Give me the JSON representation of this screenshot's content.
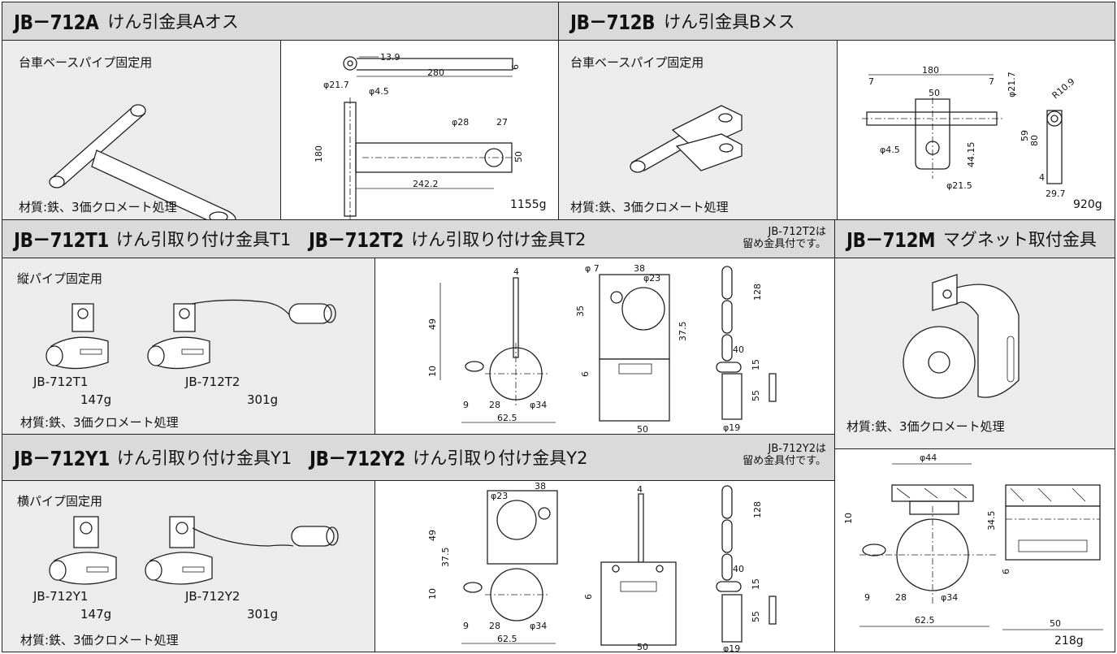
{
  "jb712a": {
    "code": "JB－712A",
    "name": "けん引金具Aオス",
    "usage": "台車ベースパイプ固定用",
    "material": "材質:鉄、3価クロメート処理",
    "weight": "1155g",
    "dims": [
      "13.9",
      "280",
      "6",
      "φ21.7",
      "φ4.5",
      "φ28",
      "27",
      "180",
      "50",
      "242.2"
    ]
  },
  "jb712b": {
    "code": "JB－712B",
    "name": "けん引金具Bメス",
    "usage": "台車ベースパイプ固定用",
    "material": "材質:鉄、3価クロメート処理",
    "weight": "920g",
    "dims": [
      "180",
      "7",
      "7",
      "50",
      "φ21.7",
      "R10.9",
      "59",
      "80",
      "φ4.5",
      "44.15",
      "4",
      "φ21.5",
      "29.7"
    ]
  },
  "jb712t": {
    "code1": "JB－712T1",
    "name1": "けん引取り付け金具T1",
    "code2": "JB－712T2",
    "name2": "けん引取り付け金具T2",
    "note_line1": "JB-712T2は",
    "note_line2": "留め金具付です。",
    "usage": "縦パイプ固定用",
    "item1_label": "JB-712T1",
    "item1_weight": "147g",
    "item2_label": "JB-712T2",
    "item2_weight": "301g",
    "material": "材質:鉄、3価クロメート処理",
    "dims": [
      "4",
      "49",
      "10",
      "9",
      "28",
      "φ34",
      "62.5",
      "φ 7",
      "38",
      "φ23",
      "35",
      "37.5",
      "6",
      "50",
      "128",
      "40",
      "15",
      "55",
      "φ19"
    ]
  },
  "jb712y": {
    "code1": "JB－712Y1",
    "name1": "けん引取り付け金具Y1",
    "code2": "JB－712Y2",
    "name2": "けん引取り付け金具Y2",
    "note_line1": "JB-712Y2は",
    "note_line2": "留め金具付です。",
    "usage": "横パイプ固定用",
    "item1_label": "JB-712Y1",
    "item1_weight": "147g",
    "item2_label": "JB-712Y2",
    "item2_weight": "301g",
    "material": "材質:鉄、3価クロメート処理",
    "dims": [
      "38",
      "φ23",
      "49",
      "37.5",
      "10",
      "9",
      "28",
      "φ34",
      "62.5",
      "4",
      "6",
      "50",
      "128",
      "40",
      "15",
      "55",
      "φ19"
    ]
  },
  "jb712m": {
    "code": "JB－712M",
    "name": "マグネット取付金具",
    "material": "材質:鉄、3価クロメート処理",
    "weight": "218g",
    "dims": [
      "φ44",
      "10",
      "34.5",
      "6",
      "9",
      "28",
      "φ34",
      "62.5",
      "50"
    ]
  }
}
